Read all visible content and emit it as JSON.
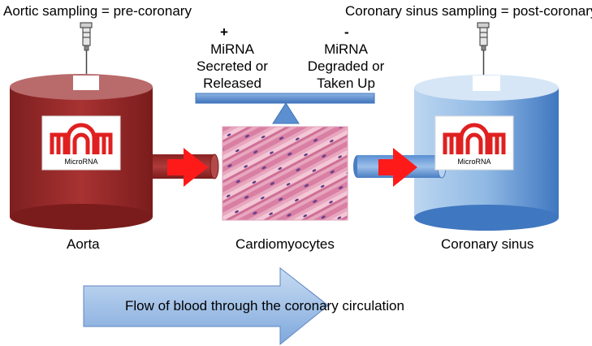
{
  "top_left": "Aortic sampling = pre-coronary",
  "top_right": "Coronary sinus sampling = post-coronary",
  "balance": {
    "left_sign": "+",
    "left_label": [
      "MiRNA",
      "Secreted or",
      "Released"
    ],
    "right_sign": "-",
    "right_label": [
      "MiRNA",
      "Degraded or",
      "Taken Up"
    ]
  },
  "aorta": {
    "label": "Aorta",
    "card": "MicroRNA",
    "color": "#9b2a2a"
  },
  "sinus": {
    "label": "Coronary sinus",
    "card": "MicroRNA",
    "color": "#6fa3d8"
  },
  "cells": {
    "label": "Cardiomyocytes"
  },
  "flow": {
    "label": "Flow of blood through the coronary circulation"
  },
  "colors": {
    "arrow_red": "#ff1a1a",
    "mirna_logo": "#e02020",
    "beam": "#5b8fd0",
    "flow_arrow": "#a9c6ea"
  }
}
